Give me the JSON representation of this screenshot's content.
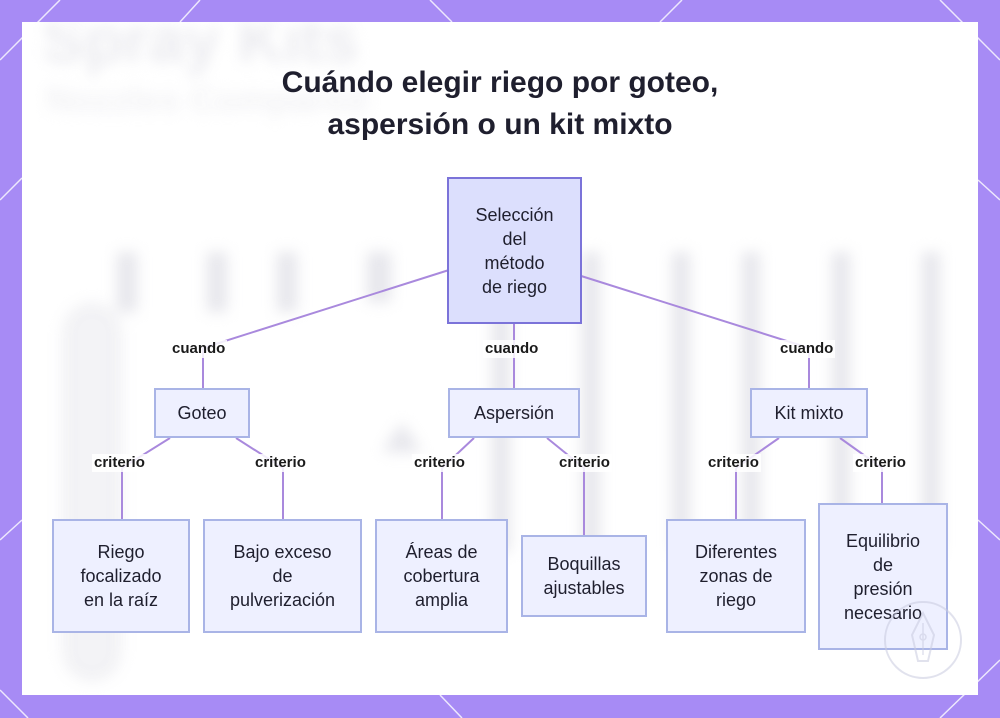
{
  "title": {
    "line1": "Cuándo elegir riego por goteo,",
    "line2": "aspersión o un kit mixto"
  },
  "background_text": {
    "line1": "Spray Kits",
    "line2": "Nozzles Compared"
  },
  "root": {
    "lines": [
      "Selección",
      "del",
      "método",
      "de riego"
    ]
  },
  "edge_labels": {
    "to_method": "cuando",
    "to_criterion": "criterio"
  },
  "methods": [
    {
      "label": "Goteo",
      "criteria": [
        {
          "lines": [
            "Riego",
            "focalizado",
            "en la raíz"
          ]
        },
        {
          "lines": [
            "Bajo exceso",
            "de",
            "pulverización"
          ]
        }
      ]
    },
    {
      "label": "Aspersión",
      "criteria": [
        {
          "lines": [
            "Áreas de",
            "cobertura",
            "amplia"
          ]
        },
        {
          "lines": [
            "Boquillas",
            "ajustables"
          ]
        }
      ]
    },
    {
      "label": "Kit mixto",
      "criteria": [
        {
          "lines": [
            "Diferentes",
            "zonas de",
            "riego"
          ]
        },
        {
          "lines": [
            "Equilibrio",
            "de",
            "presión",
            "necesario"
          ]
        }
      ]
    }
  ],
  "colors": {
    "frame": "#a78bf5",
    "root_fill": "#dcdffd",
    "root_border": "#7b73d9",
    "node_fill": "#eef0ff",
    "node_border": "#a9b4e6",
    "edge": "#a989dd"
  }
}
